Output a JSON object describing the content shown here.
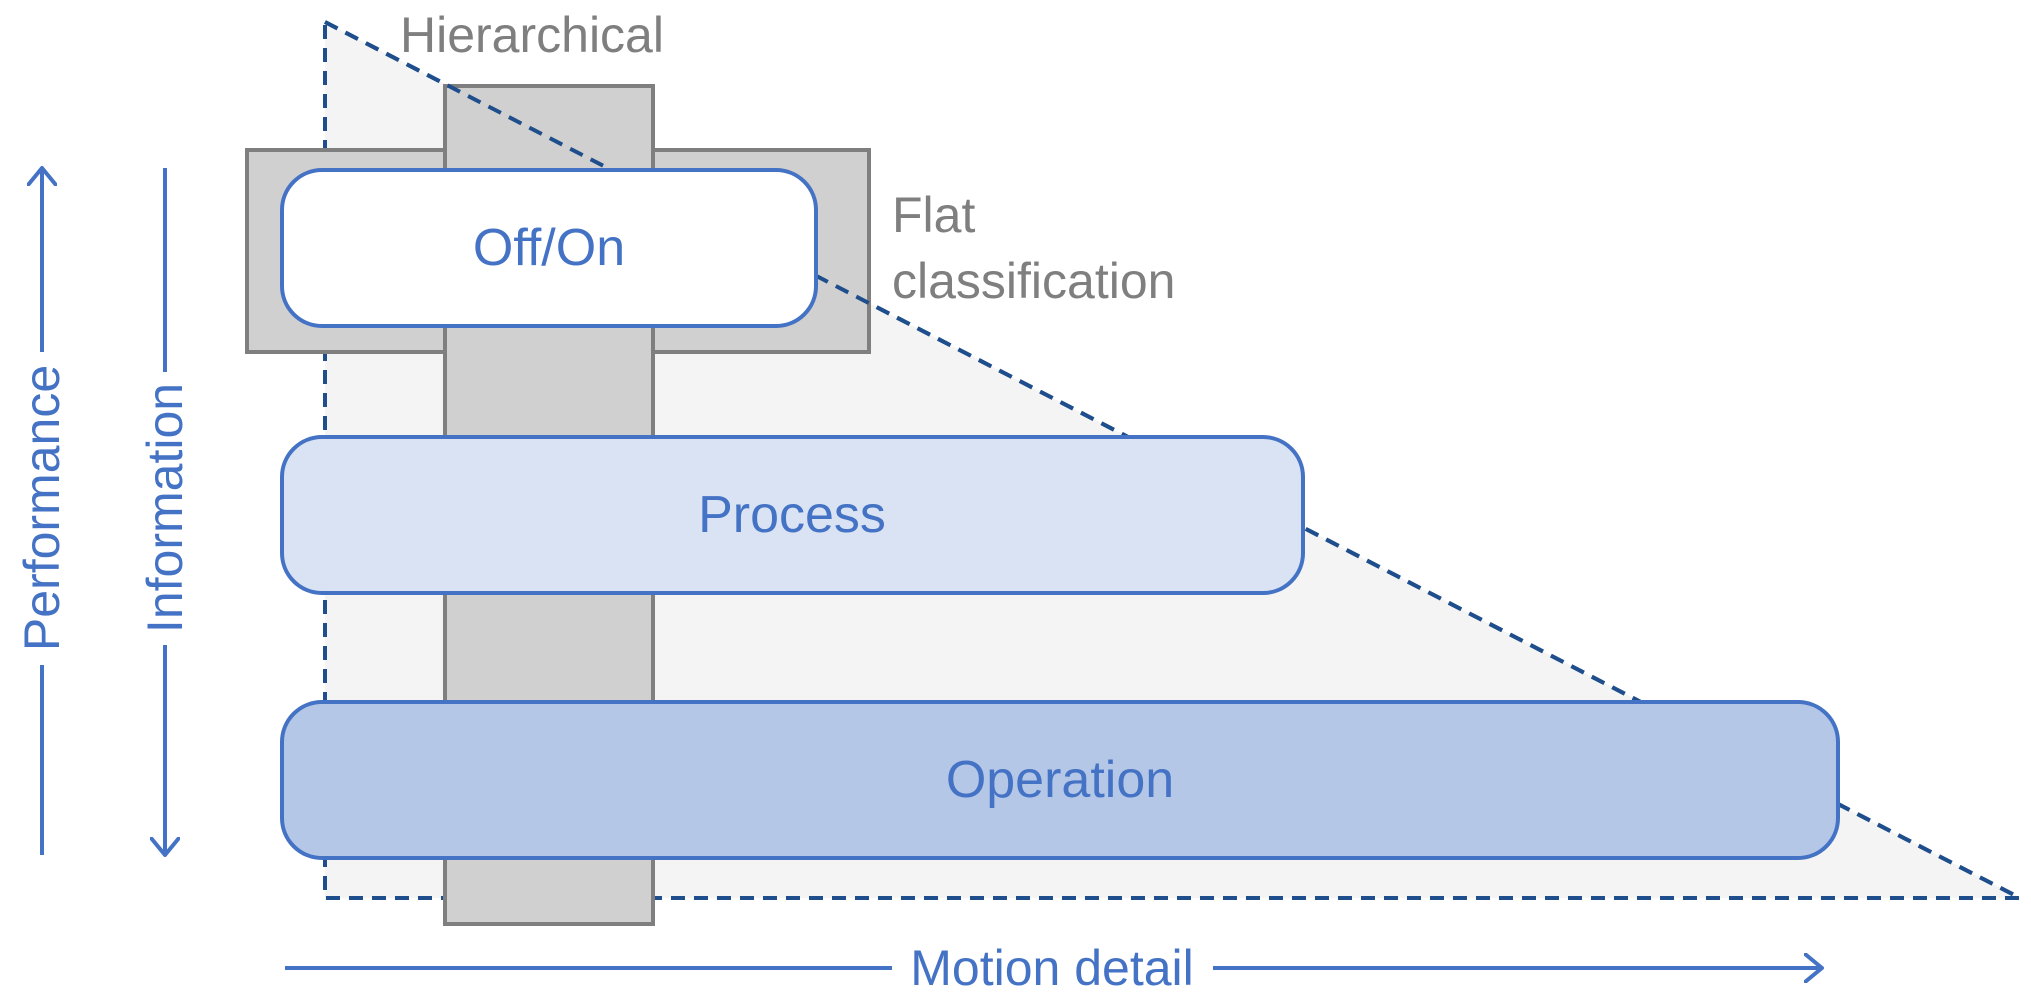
{
  "labels": {
    "hierarchical": "Hierarchical",
    "flat_line1": "Flat",
    "flat_line2": "classification",
    "off_on": "Off/On",
    "process": "Process",
    "operation": "Operation",
    "performance": "Performance",
    "information": "Information",
    "motion_detail": "Motion detail"
  },
  "colors": {
    "accent_blue": "#4472c4",
    "dashed_navy": "#1f4e8c",
    "triangle_fill": "#f4f4f4",
    "gray_box_fill": "#d0d0d0",
    "gray_box_stroke": "#7f7f7f",
    "box_off_on_fill": "#ffffff",
    "box_process_fill": "#dae3f3",
    "box_operation_fill": "#b4c7e7",
    "label_gray": "#7f7f7f"
  }
}
